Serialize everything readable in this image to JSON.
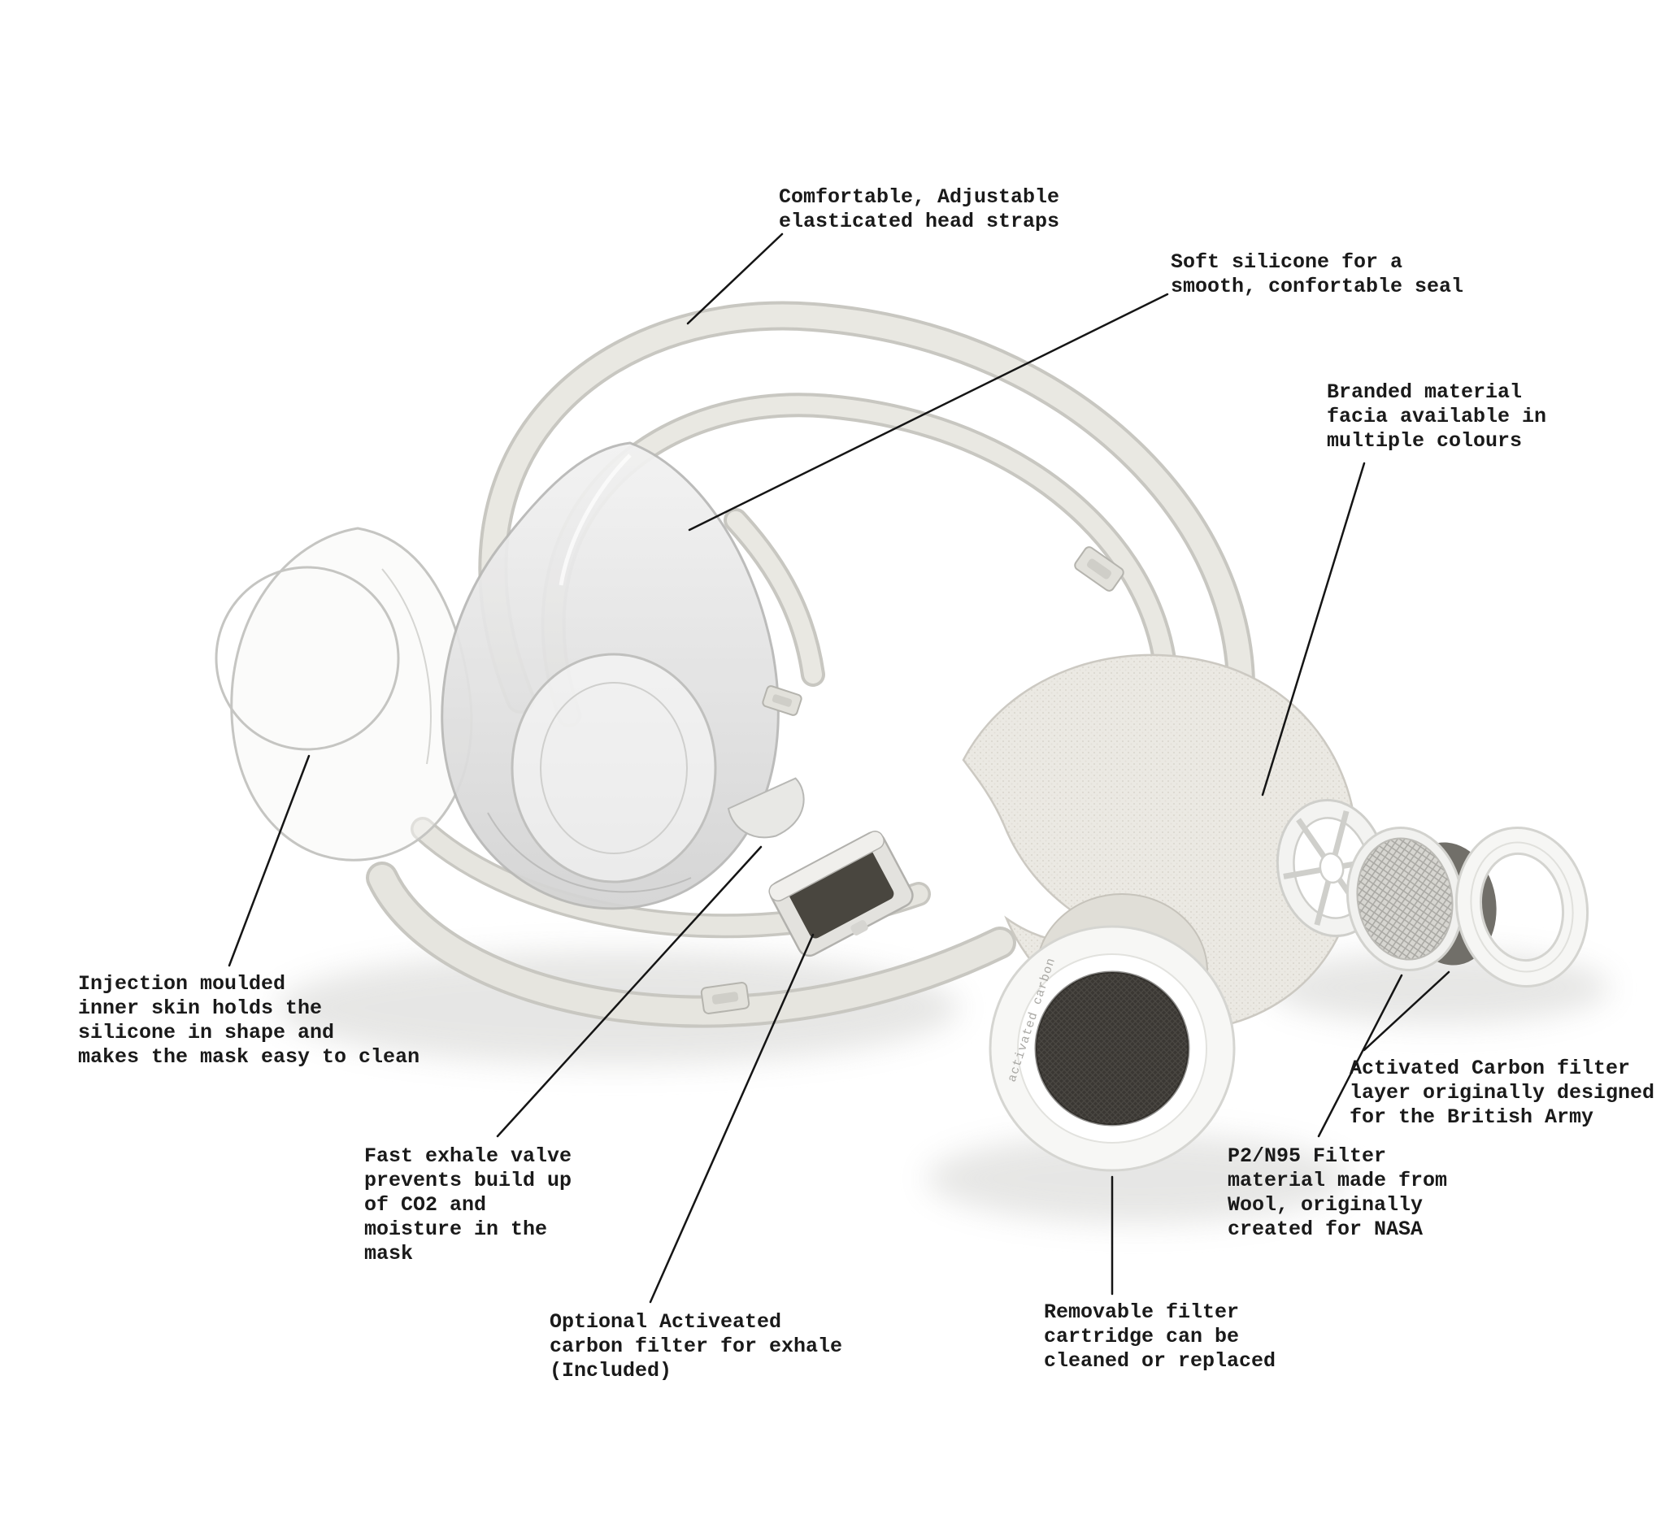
{
  "diagram": {
    "annotations": {
      "head_straps": {
        "text": "Comfortable, Adjustable\nelasticated head straps"
      },
      "silicone_seal": {
        "text": "Soft silicone for a\nsmooth, confortable seal"
      },
      "branded_facia": {
        "text": "Branded material\nfacia available in\nmultiple colours"
      },
      "inner_skin": {
        "text": "Injection moulded\ninner skin holds the\nsilicone in shape and\nmakes the mask easy to clean"
      },
      "exhale_valve": {
        "text": "Fast exhale valve\nprevents build up\nof CO2 and\nmoisture in the\nmask"
      },
      "carbon_exhale_filter": {
        "text": "Optional Activeated\ncarbon filter for exhale\n(Included)"
      },
      "filter_cartridge": {
        "text": "Removable filter\ncartridge can be\ncleaned or replaced"
      },
      "p2_filter": {
        "text": "P2/N95 Filter\nmaterial made from\nWool, originally\ncreated for NASA"
      },
      "activated_carbon_layer": {
        "text": "Activated Carbon filter\nlayer originally designed\nfor the British Army"
      }
    },
    "part_labels": {
      "cartridge_side_text": "activated carbon"
    },
    "colors": {
      "leader_line": "#151515",
      "text": "#1a1a1a",
      "strap": "#e6e5df",
      "filter_dark": "#3a3733",
      "fabric": "#ebe9e3"
    }
  }
}
